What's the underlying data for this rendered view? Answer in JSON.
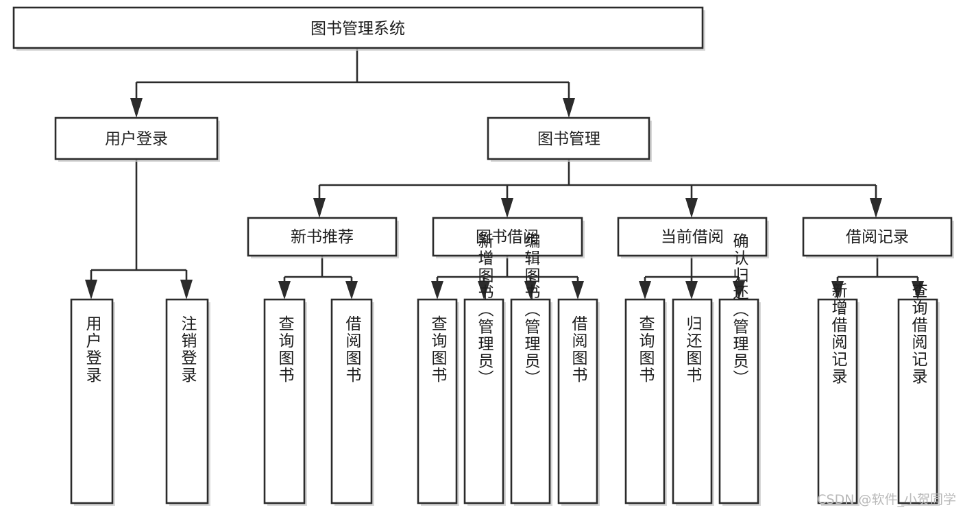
{
  "diagram": {
    "type": "hierarchy-tree",
    "title": "图书管理系统",
    "watermark": "CSDN @软件_小贺同学",
    "colors": {
      "box_stroke": "#2b2b2b",
      "box_fill": "#ffffff",
      "text": "#1d1d1d",
      "watermark": "#b9b9b9",
      "background": "#ffffff"
    },
    "levels": {
      "root": "图书管理系统",
      "level2": [
        "用户登录",
        "图书管理"
      ],
      "level3": [
        "新书推荐",
        "图书借阅",
        "当前借阅",
        "借阅记录"
      ]
    },
    "nodes": {
      "root": {
        "label": "图书管理系统",
        "orientation": "horizontal"
      },
      "user_login": {
        "label": "用户登录",
        "orientation": "horizontal"
      },
      "book_manage": {
        "label": "图书管理",
        "orientation": "horizontal"
      },
      "new_book_rec": {
        "label": "新书推荐",
        "orientation": "horizontal"
      },
      "book_borrow": {
        "label": "图书借阅",
        "orientation": "horizontal"
      },
      "current_borrow": {
        "label": "当前借阅",
        "orientation": "horizontal"
      },
      "borrow_record": {
        "label": "借阅记录",
        "orientation": "horizontal"
      },
      "leaf_user_login": {
        "label": "用户登录",
        "orientation": "vertical"
      },
      "leaf_logout": {
        "label": "注销登录",
        "orientation": "vertical"
      },
      "leaf_query_book_1": {
        "label": "查询图书",
        "orientation": "vertical"
      },
      "leaf_borrow_book_1": {
        "label": "借阅图书",
        "orientation": "vertical"
      },
      "leaf_query_book_2": {
        "label": "查询图书",
        "orientation": "vertical"
      },
      "leaf_add_book": {
        "label": "新增图书（管理员）",
        "orientation": "vertical"
      },
      "leaf_edit_book": {
        "label": "编辑图书（管理员）",
        "orientation": "vertical"
      },
      "leaf_borrow_book_2": {
        "label": "借阅图书",
        "orientation": "vertical"
      },
      "leaf_query_book_3": {
        "label": "查询图书",
        "orientation": "vertical"
      },
      "leaf_return_book": {
        "label": "归还图书",
        "orientation": "vertical"
      },
      "leaf_confirm_return": {
        "label": "确认归还（管理员）",
        "orientation": "vertical"
      },
      "leaf_add_record": {
        "label": "新增借阅记录",
        "orientation": "vertical"
      },
      "leaf_query_record": {
        "label": "查询借阅记录",
        "orientation": "vertical"
      }
    },
    "edges": [
      {
        "from": "图书管理系统",
        "to": "用户登录"
      },
      {
        "from": "图书管理系统",
        "to": "图书管理"
      },
      {
        "from": "用户登录",
        "to": "用户登录(叶)"
      },
      {
        "from": "用户登录",
        "to": "注销登录"
      },
      {
        "from": "图书管理",
        "to": "新书推荐"
      },
      {
        "from": "图书管理",
        "to": "图书借阅"
      },
      {
        "from": "图书管理",
        "to": "当前借阅"
      },
      {
        "from": "图书管理",
        "to": "借阅记录"
      },
      {
        "from": "新书推荐",
        "to": "查询图书"
      },
      {
        "from": "新书推荐",
        "to": "借阅图书"
      },
      {
        "from": "图书借阅",
        "to": "查询图书"
      },
      {
        "from": "图书借阅",
        "to": "新增图书（管理员）"
      },
      {
        "from": "图书借阅",
        "to": "编辑图书（管理员）"
      },
      {
        "from": "图书借阅",
        "to": "借阅图书"
      },
      {
        "from": "当前借阅",
        "to": "查询图书"
      },
      {
        "from": "当前借阅",
        "to": "归还图书"
      },
      {
        "from": "当前借阅",
        "to": "确认归还（管理员）"
      },
      {
        "from": "借阅记录",
        "to": "新增借阅记录"
      },
      {
        "from": "借阅记录",
        "to": "查询借阅记录"
      }
    ]
  }
}
